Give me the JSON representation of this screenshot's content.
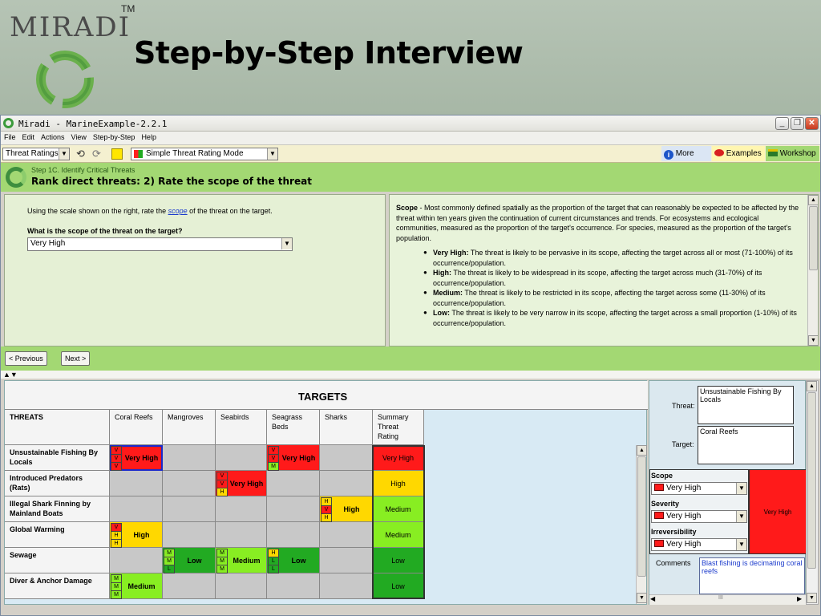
{
  "slide": {
    "logo_text": "MIRADI",
    "trademark": "TM",
    "title": "Step-by-Step Interview"
  },
  "window": {
    "title": "Miradi - MarineExample-2.2.1",
    "min_label": "_",
    "max_label": "❐",
    "close_label": "✕"
  },
  "menu": [
    "File",
    "Edit",
    "Actions",
    "View",
    "Step-by-Step",
    "Help"
  ],
  "toolbar": {
    "view_select": "Threat Ratings",
    "mode_select": "Simple Threat Rating Mode",
    "more_info": "More Info",
    "examples": "Examples",
    "workshop": "Workshop"
  },
  "step": {
    "subtitle": "Step 1C. Identify Critical Threats",
    "title": "Rank direct threats: 2) Rate the scope of the threat"
  },
  "question": {
    "instruction_before": "Using the scale shown on the right, rate the ",
    "instruction_link": "scope",
    "instruction_after": " of the threat on the target.",
    "label": "What is the scope of the threat on the target?",
    "answer": "Very High"
  },
  "definition": {
    "term": "Scope",
    "text": " - Most commonly defined spatially as the proportion of the target that can reasonably be expected to be affected by the threat within ten years given the continuation of current circumstances and trends. For ecosystems and ecological communities, measured as the proportion of the target's occurrence. For species, measured as the proportion of the target's population.",
    "bullets": [
      {
        "term": "Very High:",
        "text": " The threat is likely to be pervasive in its scope, affecting the target across all or most (71-100%) of its occurrence/population."
      },
      {
        "term": "High:",
        "text": " The threat is likely to be widespread in its scope, affecting the target across much (31-70%) of its occurrence/population."
      },
      {
        "term": "Medium:",
        "text": " The threat is likely to be restricted in its scope, affecting the target across some (11-30%) of its occurrence/population."
      },
      {
        "term": "Low:",
        "text": " The threat is likely to be very narrow in its scope, affecting the target across a small proportion (1-10%) of its occurrence/population."
      }
    ]
  },
  "nav": {
    "previous": "< Previous",
    "next": "Next >",
    "collapse": "▲▼"
  },
  "grid": {
    "targets_header": "TARGETS",
    "threats_header": "THREATS",
    "columns": [
      "Coral Reefs",
      "Mangroves",
      "Seabirds",
      "Seagrass Beds",
      "Sharks",
      "Summary Threat Rating"
    ],
    "rows": [
      {
        "threat": "Unsustainable Fishing By Locals",
        "cells": [
          {
            "rating": "Very High",
            "level": "vh",
            "minis": [
              "V",
              "V",
              "V"
            ],
            "mini_levels": [
              "vh",
              "vh",
              "vh"
            ],
            "selected": true
          },
          null,
          null,
          {
            "rating": "Very High",
            "level": "vh",
            "minis": [
              "V",
              "V",
              "M"
            ],
            "mini_levels": [
              "vh",
              "vh",
              "md"
            ]
          },
          null
        ],
        "summary": "Very High",
        "summary_level": "vh"
      },
      {
        "threat": "Introduced Predators (Rats)",
        "cells": [
          null,
          null,
          {
            "rating": "Very High",
            "level": "vh",
            "minis": [
              "V",
              "V",
              "H"
            ],
            "mini_levels": [
              "vh",
              "vh",
              "hi"
            ]
          },
          null,
          null
        ],
        "summary": "High",
        "summary_level": "hi"
      },
      {
        "threat": "Illegal Shark Finning by Mainland Boats",
        "cells": [
          null,
          null,
          null,
          null,
          {
            "rating": "High",
            "level": "hi",
            "minis": [
              "H",
              "V",
              "H"
            ],
            "mini_levels": [
              "hi",
              "vh",
              "hi"
            ]
          }
        ],
        "summary": "Medium",
        "summary_level": "md"
      },
      {
        "threat": "Global Warming",
        "cells": [
          {
            "rating": "High",
            "level": "hi",
            "minis": [
              "V",
              "H",
              "H"
            ],
            "mini_levels": [
              "vh",
              "hi",
              "hi"
            ]
          },
          null,
          null,
          null,
          null
        ],
        "summary": "Medium",
        "summary_level": "md"
      },
      {
        "threat": "Sewage",
        "cells": [
          null,
          {
            "rating": "Low",
            "level": "lo",
            "minis": [
              "M",
              "M",
              "L"
            ],
            "mini_levels": [
              "md",
              "md",
              "lo"
            ]
          },
          {
            "rating": "Medium",
            "level": "md",
            "minis": [
              "M",
              "M",
              "M"
            ],
            "mini_levels": [
              "md",
              "md",
              "md"
            ]
          },
          {
            "rating": "Low",
            "level": "lo",
            "minis": [
              "H",
              "L",
              "L"
            ],
            "mini_levels": [
              "hi",
              "lo",
              "lo"
            ]
          },
          null
        ],
        "summary": "Low",
        "summary_level": "lo"
      },
      {
        "threat": "Diver & Anchor Damage",
        "cells": [
          {
            "rating": "Medium",
            "level": "md",
            "minis": [
              "M",
              "M",
              "M"
            ],
            "mini_levels": [
              "md",
              "md",
              "md"
            ]
          },
          null,
          null,
          null,
          null
        ],
        "summary": "Low",
        "summary_level": "lo"
      }
    ]
  },
  "side": {
    "threat_label": "Threat:",
    "threat_value": "Unsustainable Fishing By Locals",
    "target_label": "Target:",
    "target_value": "Coral Reefs",
    "scope_label": "Scope",
    "scope_value": "Very High",
    "severity_label": "Severity",
    "severity_value": "Very High",
    "irreversibility_label": "Irreversibility",
    "irreversibility_value": "Very High",
    "overall": "Very High",
    "comments_label": "Comments",
    "comments_value": "Blast fishing is decimating coral reefs",
    "h_thumb": "III"
  },
  "colors": {
    "very_high": "#ff1a1a",
    "high": "#ffd800",
    "medium": "#88ee22",
    "low": "#22aa22",
    "step_green": "#a3d873"
  }
}
